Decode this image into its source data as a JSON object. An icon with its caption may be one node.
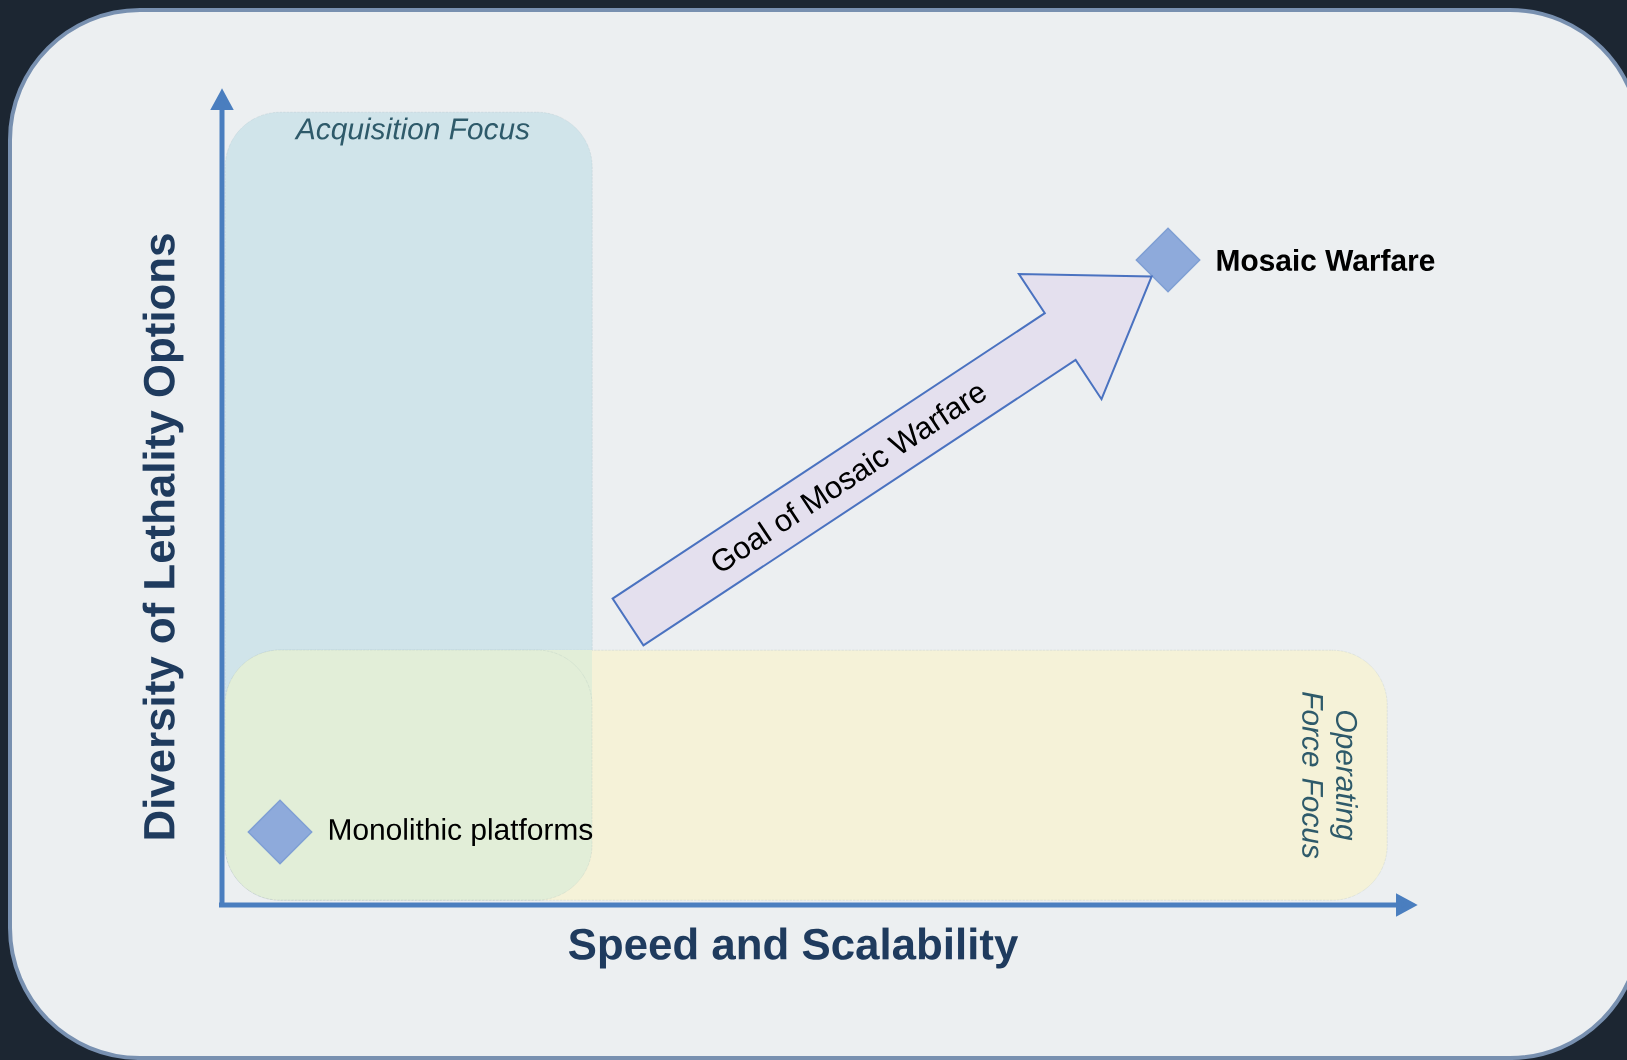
{
  "diagram": {
    "nodes": [
      {
        "text": [
          "Acquisition Focus"
        ]
      },
      {
        "text": [
          "Operating Force Focus"
        ]
      },
      {
        "text": [],
        "shape": "diamond"
      },
      {
        "text": [],
        "shape": "diamond",
        "beside": [
          "Mosaic Warfare"
        ]
      }
    ],
    "edges": [
      {
        "from": null,
        "to": 3,
        "arrow": "to",
        "label": "Goal of Mosaic Warfare"
      }
    ],
    "labels": [
      "Monolithic platforms",
      "Diversity of Lethality Options",
      "Speed and Scalability"
    ]
  }
}
